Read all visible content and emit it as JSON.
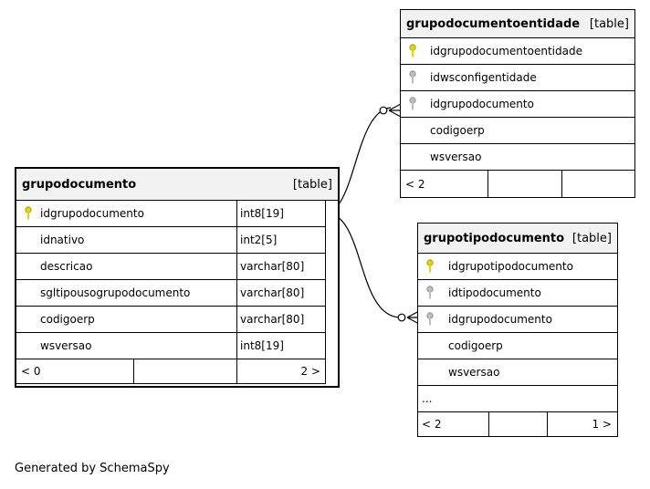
{
  "tables": {
    "grupodocumento": {
      "name": "grupodocumento",
      "kind": "[table]",
      "columns": [
        {
          "name": "idgrupodocumento",
          "type": "int8[19]",
          "key": "primary"
        },
        {
          "name": "idnativo",
          "type": "int2[5]",
          "key": "none"
        },
        {
          "name": "descricao",
          "type": "varchar[80]",
          "key": "none"
        },
        {
          "name": "sgltipousogrupodocumento",
          "type": "varchar[80]",
          "key": "none"
        },
        {
          "name": "codigoerp",
          "type": "varchar[80]",
          "key": "none"
        },
        {
          "name": "wsversao",
          "type": "int8[19]",
          "key": "none"
        }
      ],
      "footer_left": "< 0",
      "footer_right": "2 >"
    },
    "grupodocumentoentidade": {
      "name": "grupodocumentoentidade",
      "kind": "[table]",
      "columns": [
        {
          "name": "idgrupodocumentoentidade",
          "key": "primary"
        },
        {
          "name": "idwsconfigentidade",
          "key": "foreign"
        },
        {
          "name": "idgrupodocumento",
          "key": "foreign"
        },
        {
          "name": "codigoerp",
          "key": "none"
        },
        {
          "name": "wsversao",
          "key": "none"
        }
      ],
      "footer_left": "< 2",
      "footer_right": ""
    },
    "grupotipodocumento": {
      "name": "grupotipodocumento",
      "kind": "[table]",
      "columns": [
        {
          "name": "idgrupotipodocumento",
          "key": "primary"
        },
        {
          "name": "idtipodocumento",
          "key": "foreign"
        },
        {
          "name": "idgrupodocumento",
          "key": "foreign"
        },
        {
          "name": "codigoerp",
          "key": "none"
        },
        {
          "name": "wsversao",
          "key": "none"
        }
      ],
      "more": "...",
      "footer_left": "< 2",
      "footer_right": "1 >"
    }
  },
  "colors": {
    "primary_key": "#e8d200",
    "foreign_key": "#a9a9a9",
    "header_bg": "#f2f2f2",
    "line": "#000000"
  },
  "footer": "Generated by SchemaSpy"
}
